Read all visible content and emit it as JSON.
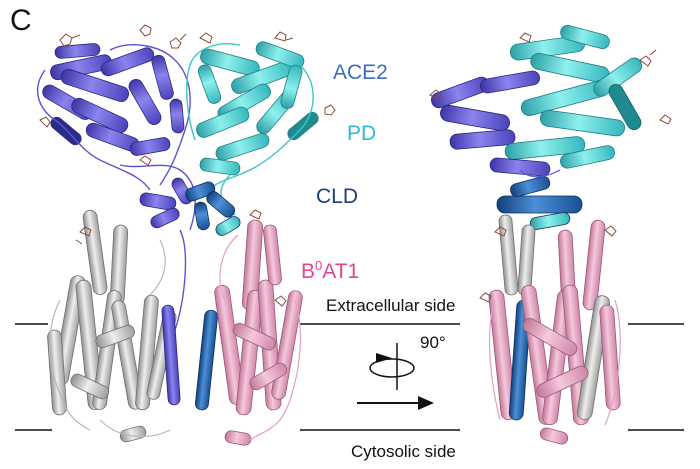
{
  "figure": {
    "panel_label": "C",
    "labels": {
      "ace2": "ACE2",
      "pd": "PD",
      "cld": "CLD",
      "b0at1_base": "B",
      "b0at1_sup": "0",
      "b0at1_rest": "AT1",
      "extracellular": "Extracellular side",
      "cytosolic": "Cytosolic side",
      "rotation": "90°"
    },
    "colors": {
      "ace2_protomer_a": "#6a63d4",
      "ace2_protomer_b": "#56d6d6",
      "cld_dark": "#1f5fa8",
      "b0at1": "#e9a6c3",
      "b0at1_grey": "#c0c0c0",
      "label_ace2": "#3b6fb6",
      "label_pd": "#2fb8d8",
      "label_cld": "#1e3f75",
      "label_b0at1": "#e0458f"
    },
    "icons": [
      "rotation-arrow-icon",
      "right-arrow-icon"
    ]
  }
}
